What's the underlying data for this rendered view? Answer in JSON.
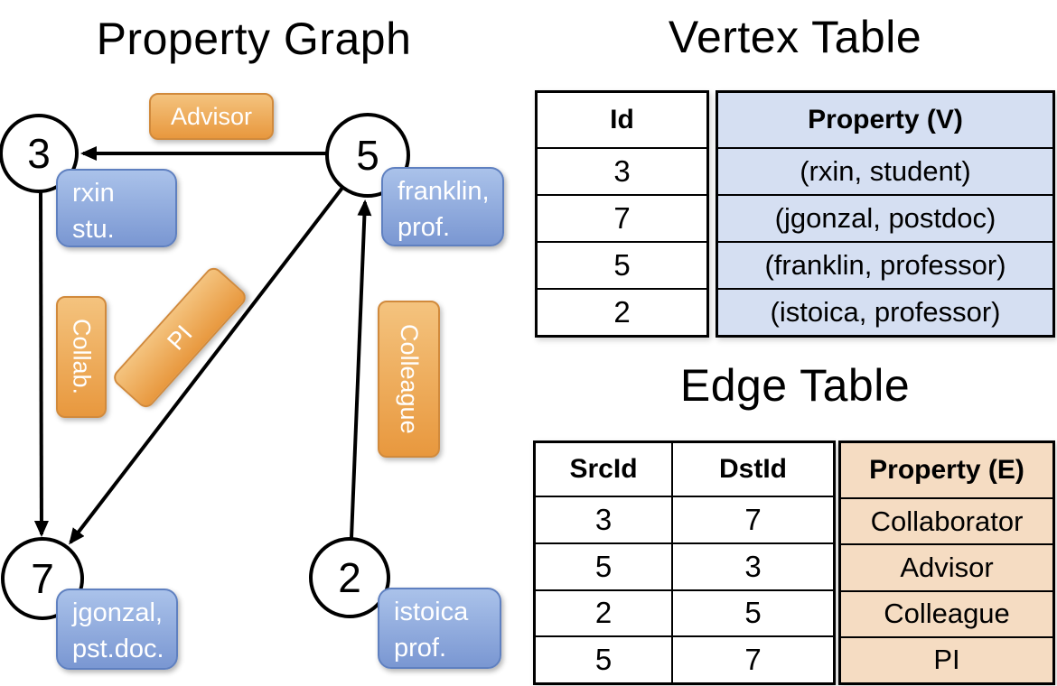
{
  "colors": {
    "edge_label_gradient_top": "#f4c37e",
    "edge_label_gradient_bottom": "#e8983e",
    "edge_label_border": "#d18a3c",
    "vertex_label_gradient_top": "#aac2ea",
    "vertex_label_gradient_bottom": "#7a97d2",
    "vertex_label_border": "#5f80c0",
    "vertex_table_fill": "#d5dff2",
    "edge_table_fill": "#f5dcc2",
    "line_color": "#000000",
    "label_text": "#ffffff"
  },
  "property_graph": {
    "title": "Property Graph",
    "vertices": [
      {
        "id": "3",
        "line1": "rxin",
        "line2": "stu."
      },
      {
        "id": "5",
        "line1": "franklin,",
        "line2": "prof."
      },
      {
        "id": "7",
        "line1": "jgonzal,",
        "line2": "pst.doc."
      },
      {
        "id": "2",
        "line1": "istoica",
        "line2": "prof."
      }
    ],
    "edges": [
      {
        "label": "Advisor",
        "src": "5",
        "dst": "3"
      },
      {
        "label": "Collab.",
        "src": "3",
        "dst": "7"
      },
      {
        "label": "PI",
        "src": "5",
        "dst": "7"
      },
      {
        "label": "Colleague",
        "src": "2",
        "dst": "5"
      }
    ]
  },
  "vertex_table": {
    "title": "Vertex Table",
    "columns": {
      "id": "Id",
      "property": "Property (V)"
    },
    "rows": [
      {
        "id": "3",
        "property": "(rxin, student)"
      },
      {
        "id": "7",
        "property": "(jgonzal, postdoc)"
      },
      {
        "id": "5",
        "property": "(franklin, professor)"
      },
      {
        "id": "2",
        "property": "(istoica, professor)"
      }
    ]
  },
  "edge_table": {
    "title": "Edge Table",
    "columns": {
      "src": "SrcId",
      "dst": "DstId",
      "property": "Property (E)"
    },
    "rows": [
      {
        "src": "3",
        "dst": "7",
        "property": "Collaborator"
      },
      {
        "src": "5",
        "dst": "3",
        "property": "Advisor"
      },
      {
        "src": "2",
        "dst": "5",
        "property": "Colleague"
      },
      {
        "src": "5",
        "dst": "7",
        "property": "PI"
      }
    ]
  }
}
